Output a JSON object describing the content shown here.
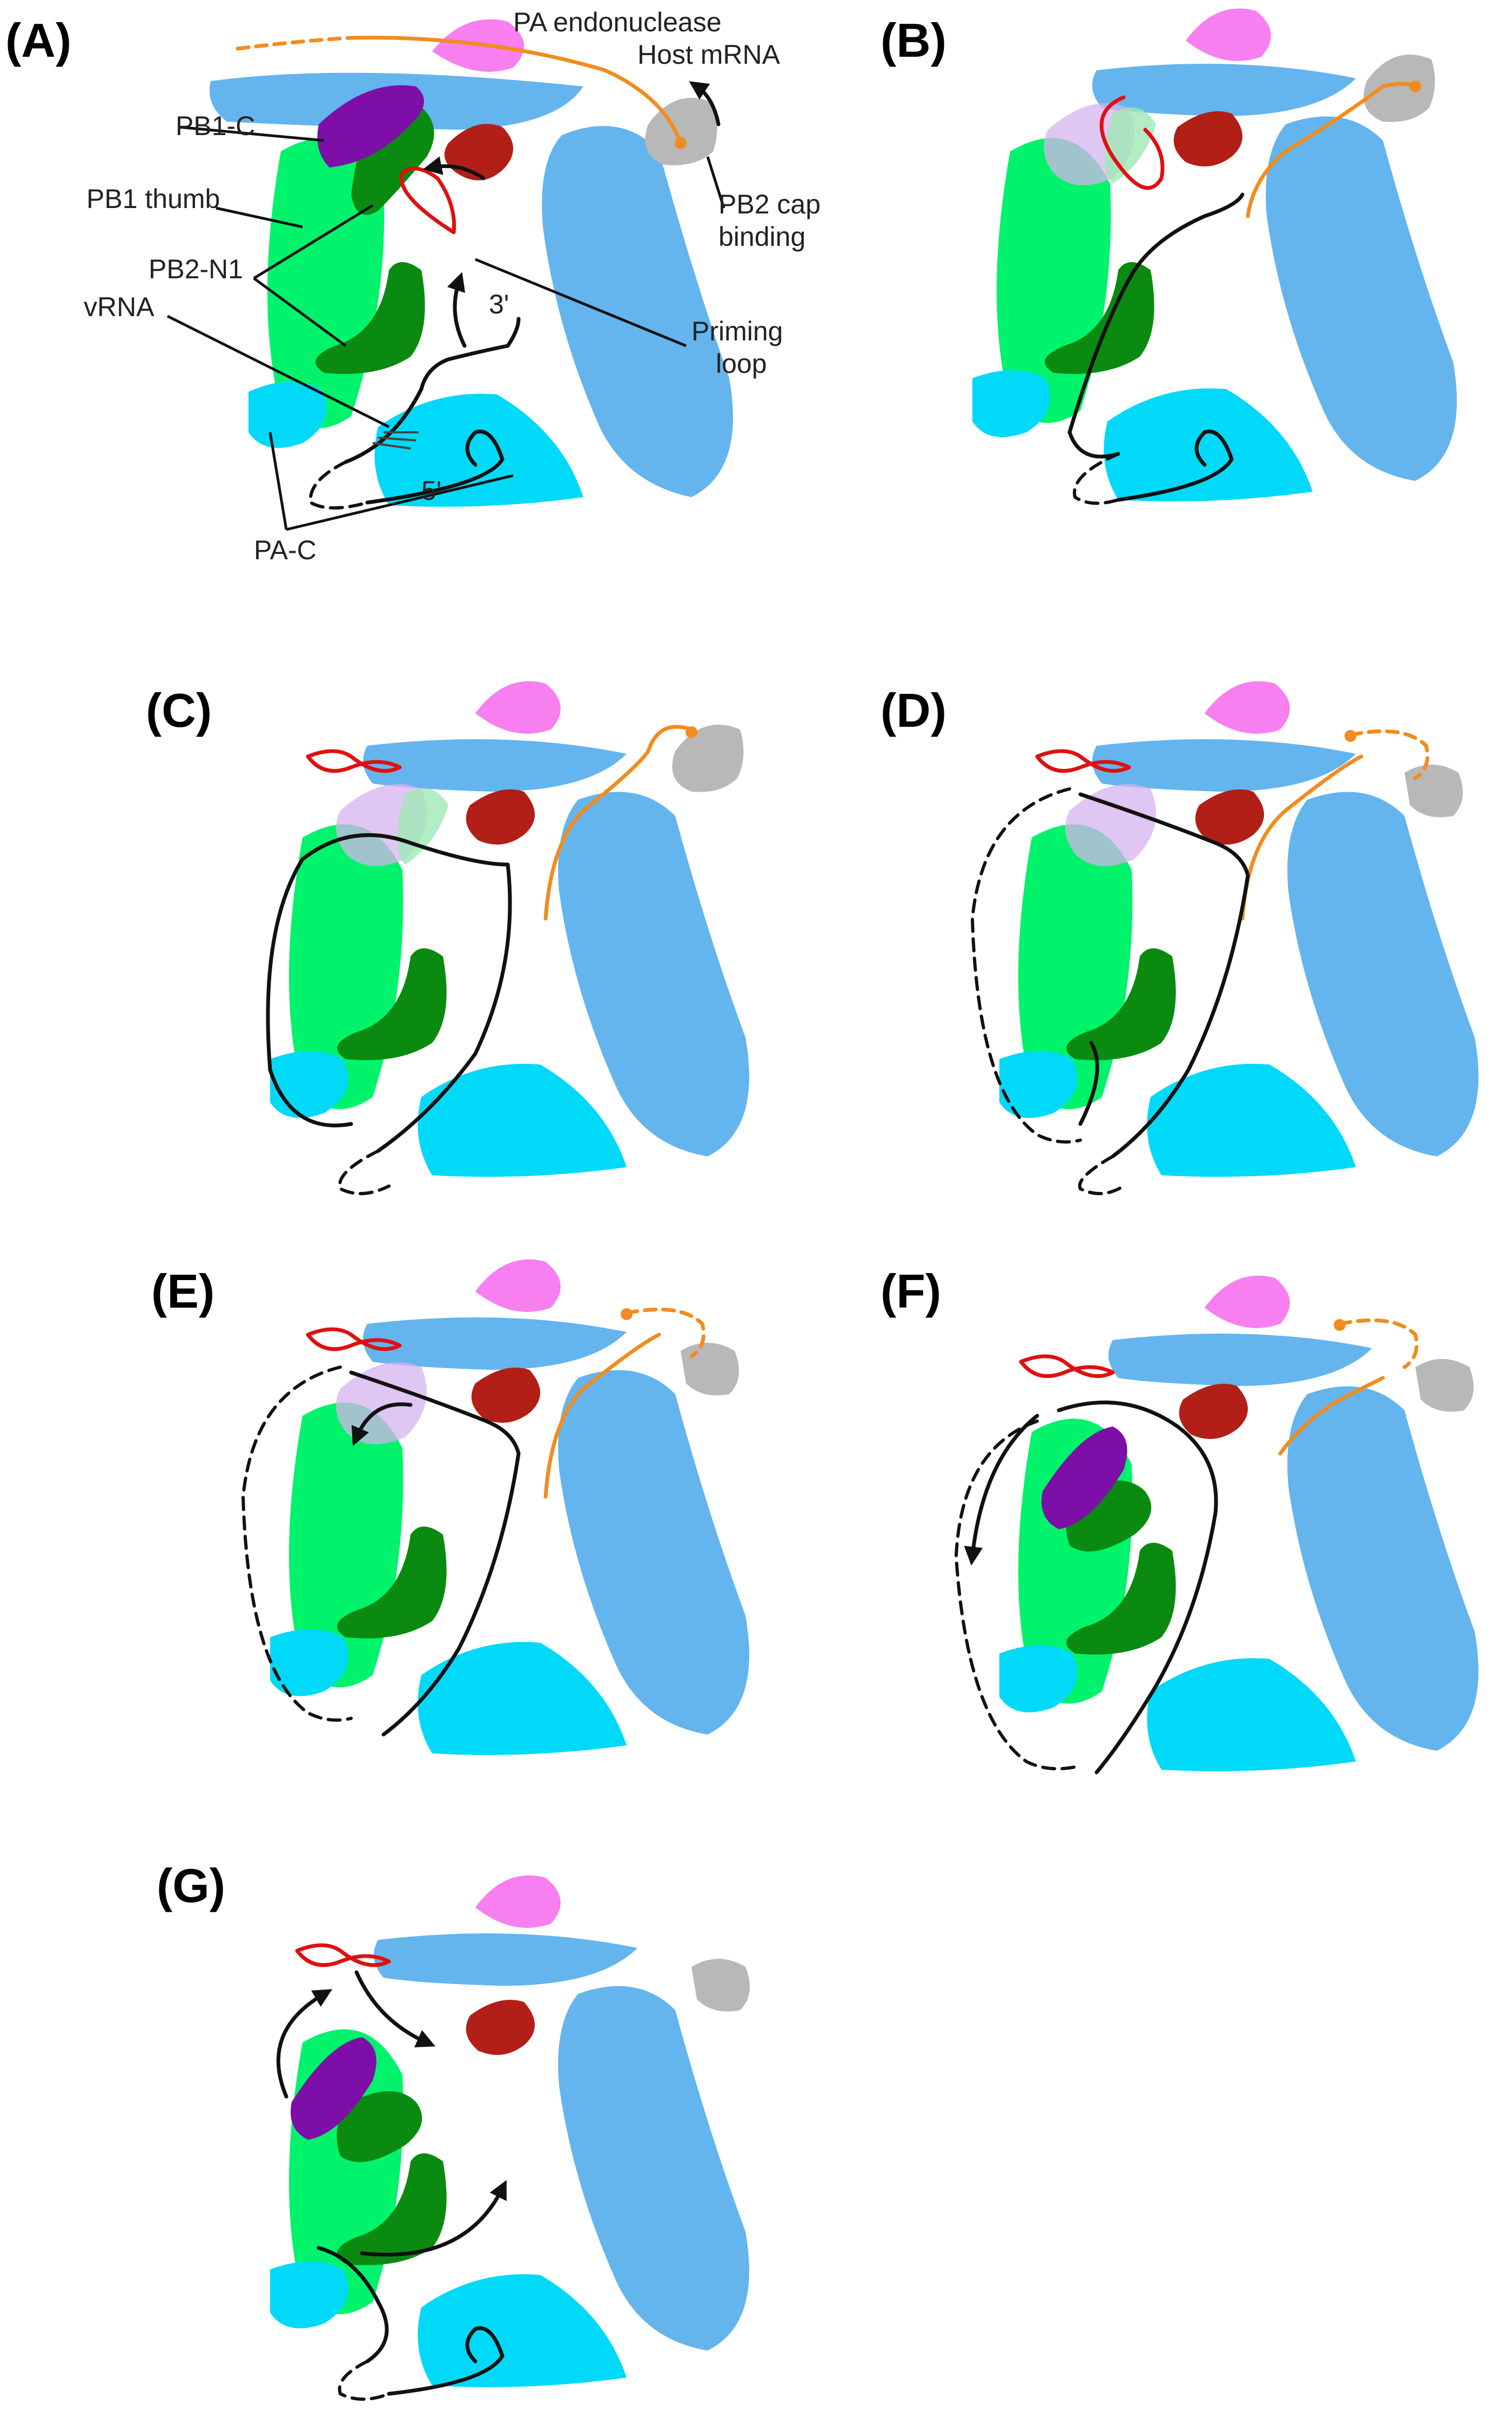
{
  "panels": [
    {
      "id": "A",
      "letter": "(A)"
    },
    {
      "id": "B",
      "letter": "(B)"
    },
    {
      "id": "C",
      "letter": "(C)"
    },
    {
      "id": "D",
      "letter": "(D)"
    },
    {
      "id": "E",
      "letter": "(E)"
    },
    {
      "id": "F",
      "letter": "(F)"
    },
    {
      "id": "G",
      "letter": "(G)"
    }
  ],
  "labels": {
    "pa_endonuclease": "PA endonuclease",
    "host_mrna": "Host mRNA",
    "pb1_c": "PB1-C",
    "pb1_thumb": "PB1 thumb",
    "pb2_n1": "PB2-N1",
    "vrna": "vRNA",
    "three_prime": "3'",
    "five_prime": "5'",
    "pa_c": "PA-C",
    "priming_loop_line1": "Priming",
    "priming_loop_line2": "loop",
    "pb2_cap_line1": "PB2 cap",
    "pb2_cap_line2": "binding"
  },
  "colors": {
    "pa_endonuclease": "#f77ff0",
    "core_blue": "#64b4ee",
    "pb2_cap": "#b8b8b8",
    "pb1_thumb": "#00f36a",
    "pb2_n1": "#0b8a12",
    "pb1_c": "#7d0fa8",
    "pa_c": "#00d9f7",
    "dark_red": "#b21f16",
    "priming_loop": "#e01010",
    "host_mrna": "#f28c1e",
    "vrna": "#111111"
  }
}
